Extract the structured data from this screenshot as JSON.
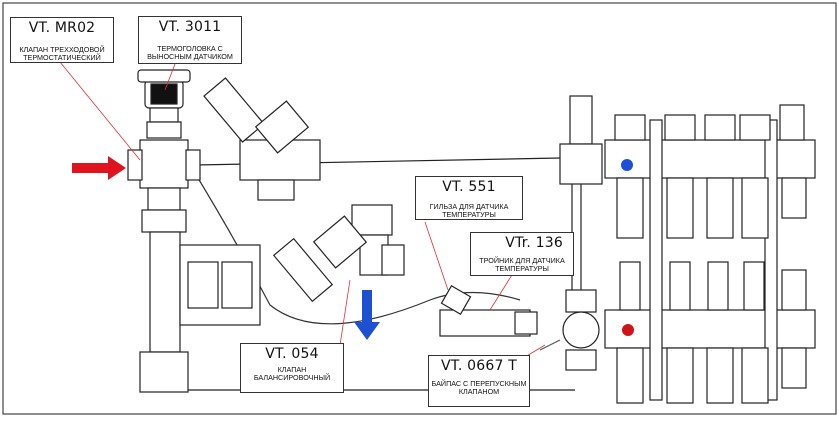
{
  "labels": {
    "mr02": {
      "code": "VT. MR02",
      "desc": [
        "КЛАПАН ТРЕХХОДОВОЙ",
        "ТЕРМОСТАТИЧЕСКИЙ"
      ]
    },
    "t3011": {
      "code": "VT. 3011",
      "desc": [
        "ТЕРМОГОЛОВКА С",
        "ВЫНОСНЫМ ДАТЧИКОМ"
      ]
    },
    "t551": {
      "code": "VT. 551",
      "desc": [
        "ГИЛЬЗА ДЛЯ ДАТЧИКА",
        "ТЕМПЕРАТУРЫ"
      ]
    },
    "tr136": {
      "code": "VTr. 136",
      "desc": [
        "ТРОЙНИК ДЛЯ ДАТЧИКА",
        "ТЕМПЕРАТУРЫ"
      ]
    },
    "t054": {
      "code": "VT. 054",
      "desc": [
        "КЛАПАН",
        "БАЛАНСИРОВОЧНЫЙ"
      ]
    },
    "t0667": {
      "code": "VT. 0667 T",
      "desc": [
        "БАЙПАС С ПЕРЕПУСКНЫМ",
        "КЛАПАНОМ"
      ]
    }
  },
  "colors": {
    "supply_arrow": "#e0141e",
    "return_arrow": "#1e50d2",
    "supply_dot": "#d0121b",
    "return_dot": "#1f4fd8",
    "line": "#222222",
    "leader": "#e03030"
  }
}
